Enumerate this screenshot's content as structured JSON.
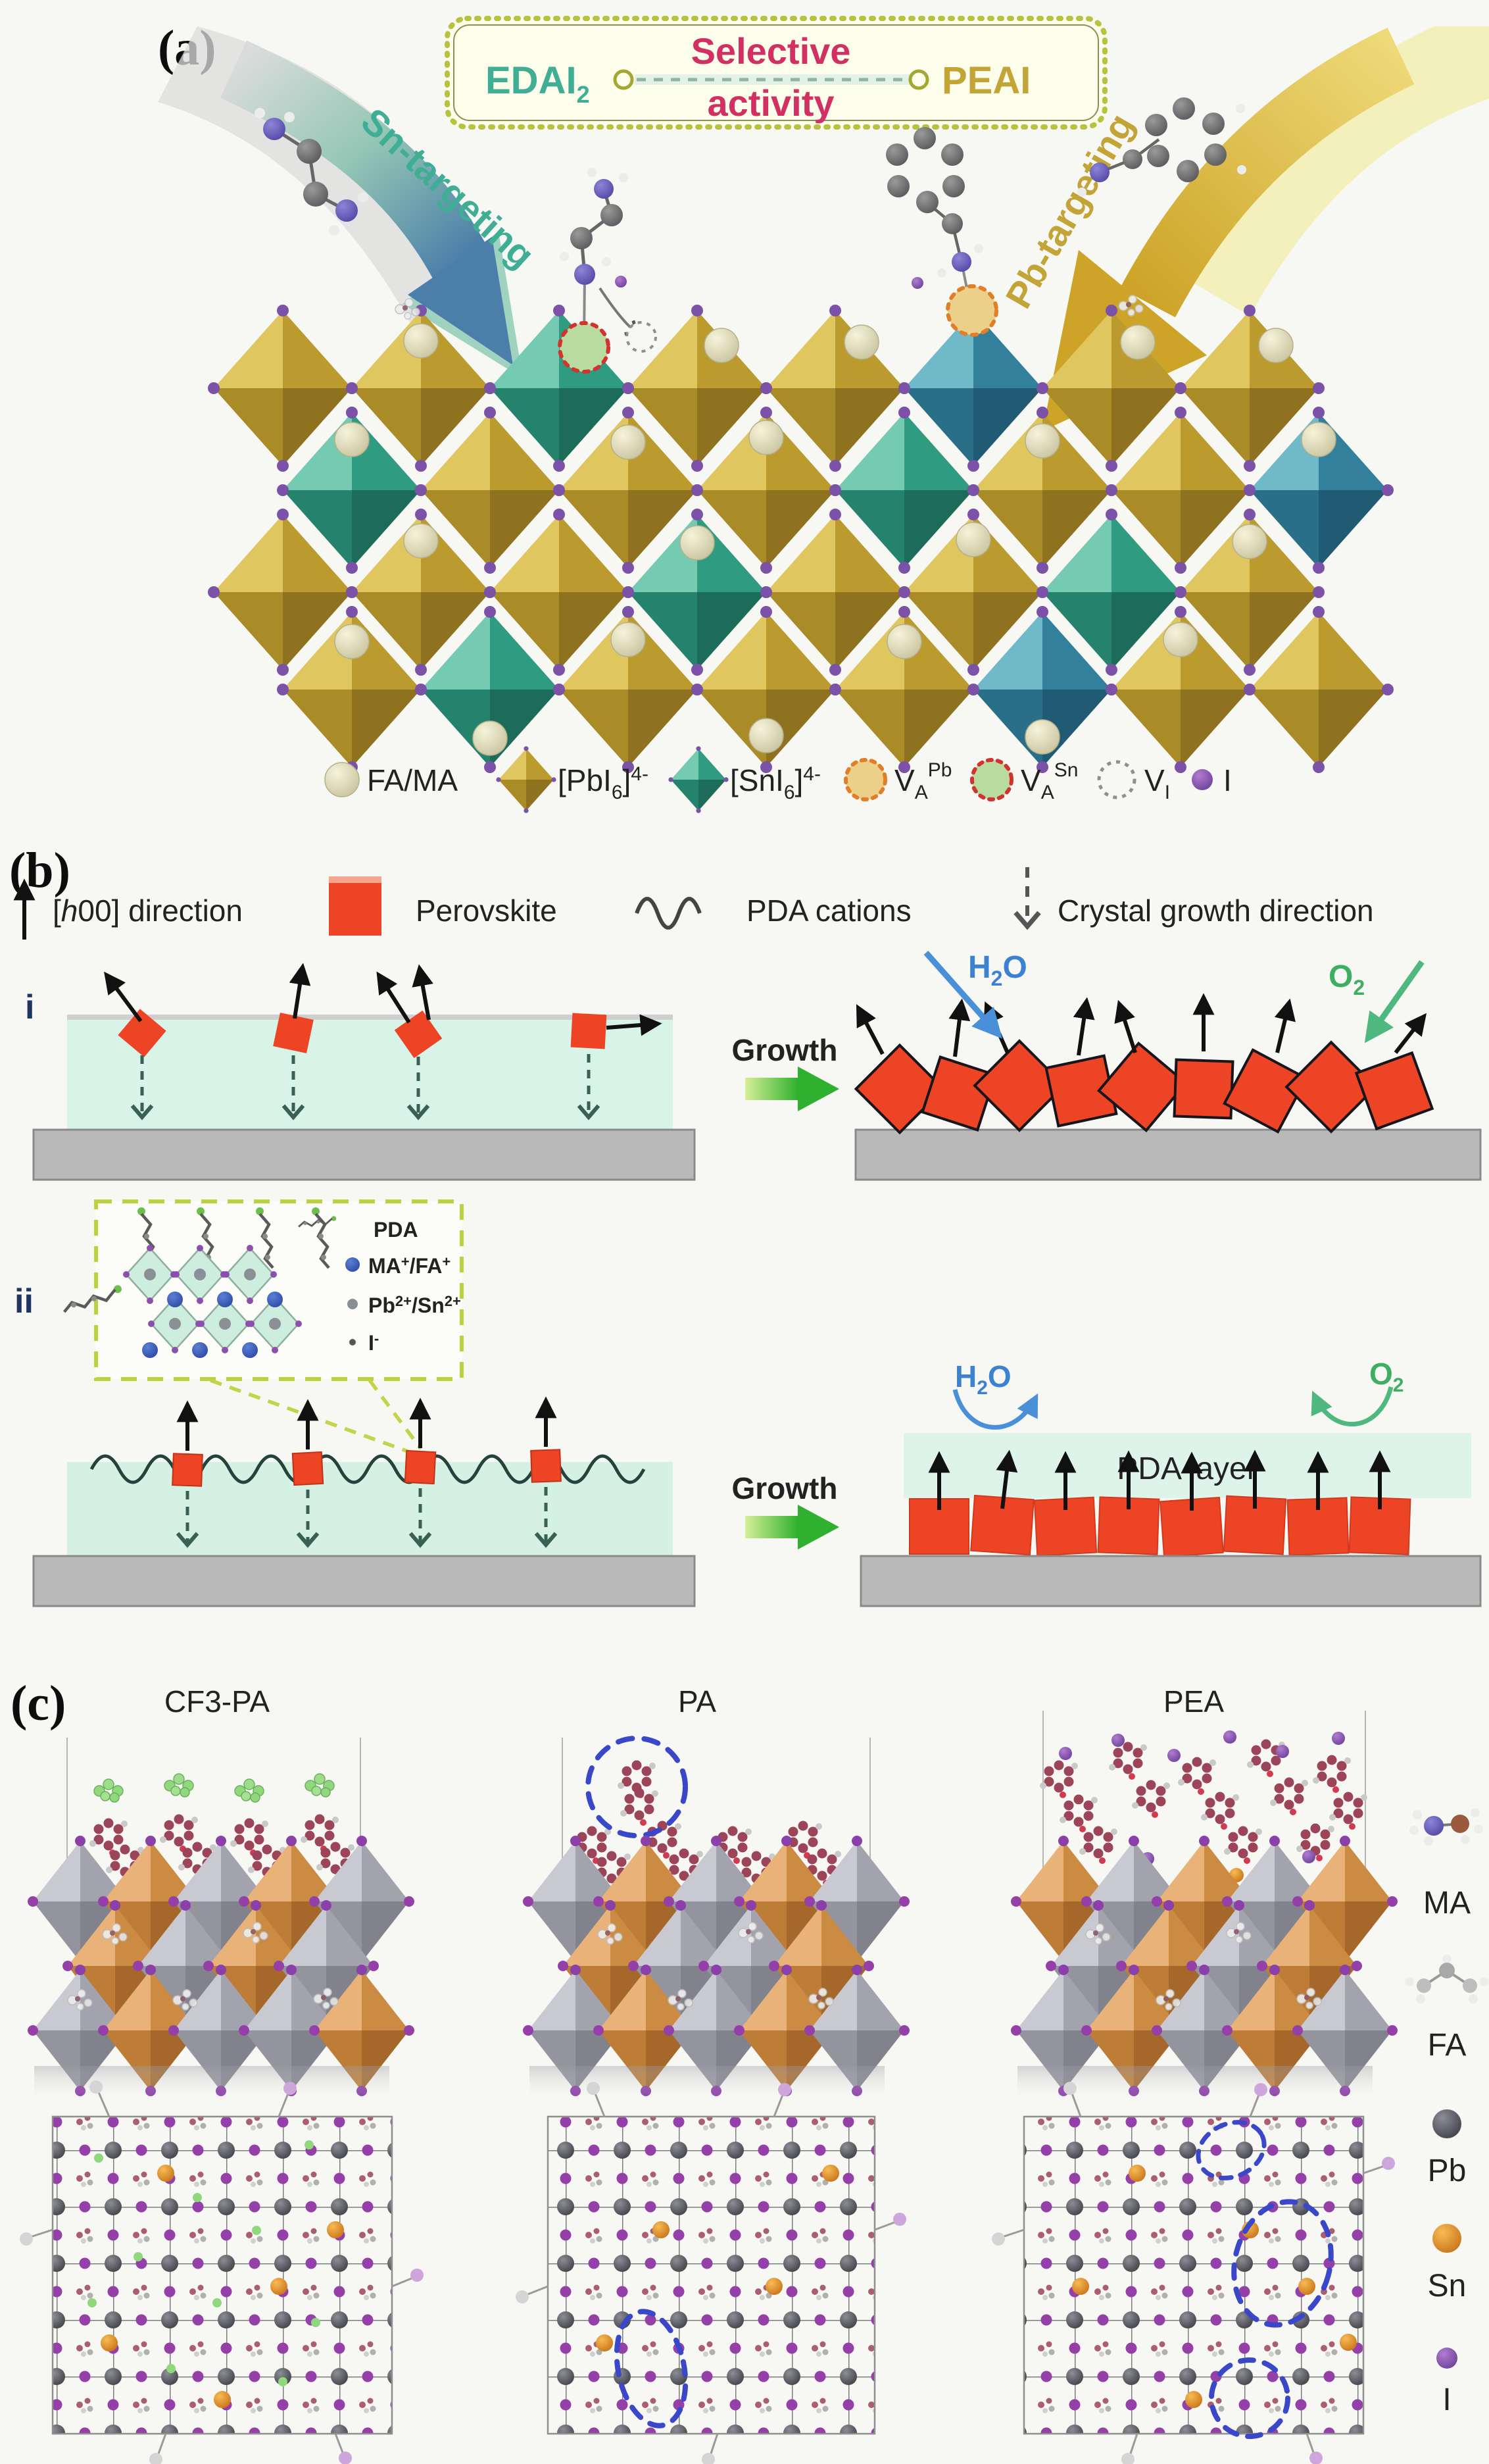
{
  "figure": {
    "type": "scientific-figure",
    "colors": {
      "background": "#f7f7f4",
      "teal_accent": "#3fae94",
      "crimson_accent": "#d23063",
      "gold_accent": "#c2a437",
      "perovskite_red": "#ee4426",
      "mint_film": "#d8f3e8",
      "substrate_gray": "#b9b9b9",
      "growth_green": "#3bb43a",
      "h2o_blue": "#4a90d9",
      "o2_green": "#4fb87e",
      "iodine_purple": "#8a4fb0",
      "pb_octahedron_gold": "#bb9a2e",
      "sn_octahedron_teal": "#2f9b80",
      "sn_sphere_orange": "#e0872e",
      "blue_dash_highlight": "#3947c8"
    }
  },
  "panel_a": {
    "label": "(a)",
    "header_box": {
      "edai_base": "EDAI",
      "edai_sub": "2",
      "selective_line1": "Selective",
      "selective_line2": "activity",
      "peai": "PEAI"
    },
    "sn_targeting": "Sn-targeting",
    "pb_targeting": "Pb-targeting",
    "legend": {
      "fa_ma": "FA/MA",
      "pbi6_open": "[PbI",
      "pbi6_sub": "6",
      "pbi6_close": "]",
      "pbi6_sup": "4-",
      "sni6_open": "[SnI",
      "sni6_sub": "6",
      "sni6_close": "]",
      "sni6_sup": "4-",
      "va_pb_base": "V",
      "va_pb_sub": "A",
      "va_pb_sup": "Pb",
      "va_sn_base": "V",
      "va_sn_sub": "A",
      "va_sn_sup": "Sn",
      "vi_base": "V",
      "vi_sub": "I",
      "iodine": "I"
    }
  },
  "panel_b": {
    "label": "(b)",
    "legend": {
      "h00_open": "[",
      "h00_h": "h",
      "h00_rest": "00] direction",
      "perovskite": "Perovskite",
      "pda_cations": "PDA cations",
      "crystal_growth": "Crystal growth direction"
    },
    "row_i": "i",
    "row_ii": "ii",
    "growth": "Growth",
    "h2o_base": "H",
    "h2o_sub": "2",
    "h2o_post": "O",
    "o2_base": "O",
    "o2_sub": "2",
    "inset": {
      "pda": "PDA",
      "mafa_a": "MA",
      "mafa_asup": "+",
      "mafa_b": "/FA",
      "mafa_bsup": "+",
      "pbsn_a": "Pb",
      "pbsn_asup": "2+",
      "pbsn_b": "/Sn",
      "pbsn_bsup": "2+",
      "i_base": "I",
      "i_sup": "-"
    },
    "pda_layer": "PDA layer"
  },
  "panel_c": {
    "label": "(c)",
    "col_1": "CF3-PA",
    "col_2": "PA",
    "col_3": "PEA",
    "legend_ma": "MA",
    "legend_fa": "FA",
    "legend_pb": "Pb",
    "legend_sn": "Sn",
    "legend_i": "I"
  }
}
